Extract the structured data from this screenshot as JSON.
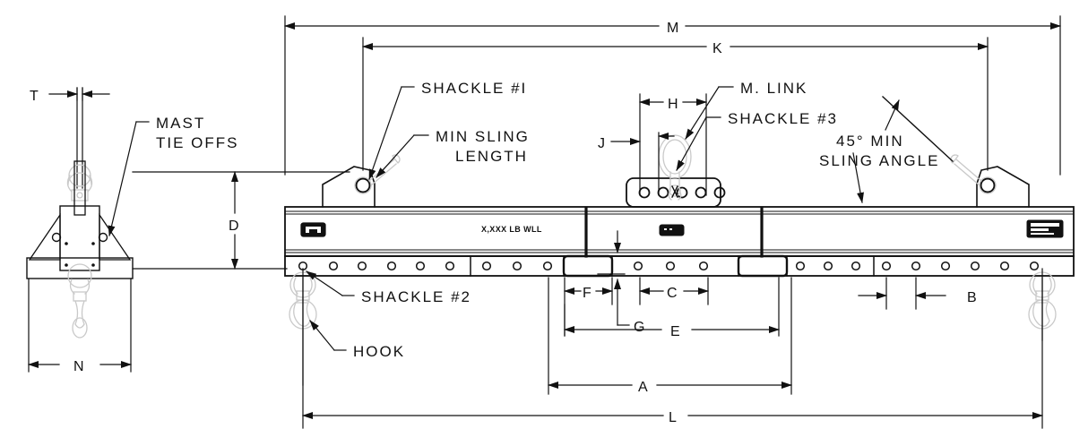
{
  "drawing": {
    "title": "Spreader Beam Lifting Assembly Engineering Drawing",
    "line_color": "#111111",
    "ghost_color": "#c9c9c9",
    "background": "#ffffff"
  },
  "annotations": {
    "mast_tie_offs_line1": "MAST",
    "mast_tie_offs_line2": "TIE OFFS",
    "shackle_1": "SHACKLE #I",
    "min_sling_length_line1": "MIN SLING",
    "min_sling_length_line2": "LENGTH",
    "m_link": "M. LINK",
    "shackle_3": "SHACKLE #3",
    "sling_angle_line1": "45° MIN",
    "sling_angle_line2": "SLING ANGLE",
    "shackle_2": "SHACKLE #2",
    "hook": "HOOK",
    "beam_marking": "X,XXX LB WLL"
  },
  "dimensions": {
    "T": "T",
    "D": "D",
    "N": "N",
    "M": "M",
    "K": "K",
    "H": "H",
    "J": "J",
    "F": "F",
    "C": "C",
    "B": "B",
    "G": "G",
    "E": "E",
    "A": "A",
    "L": "L"
  },
  "beam": {
    "hole_groups": [
      {
        "name": "segment-1",
        "count": 6
      },
      {
        "name": "segment-2",
        "count": 3
      },
      {
        "name": "segment-3",
        "count": 3
      },
      {
        "name": "segment-4",
        "count": 3
      },
      {
        "name": "segment-5",
        "count": 6
      }
    ],
    "saddle_hole_count": 5,
    "nameplate_left": "nameplate",
    "nameplate_right": "nameplate"
  }
}
